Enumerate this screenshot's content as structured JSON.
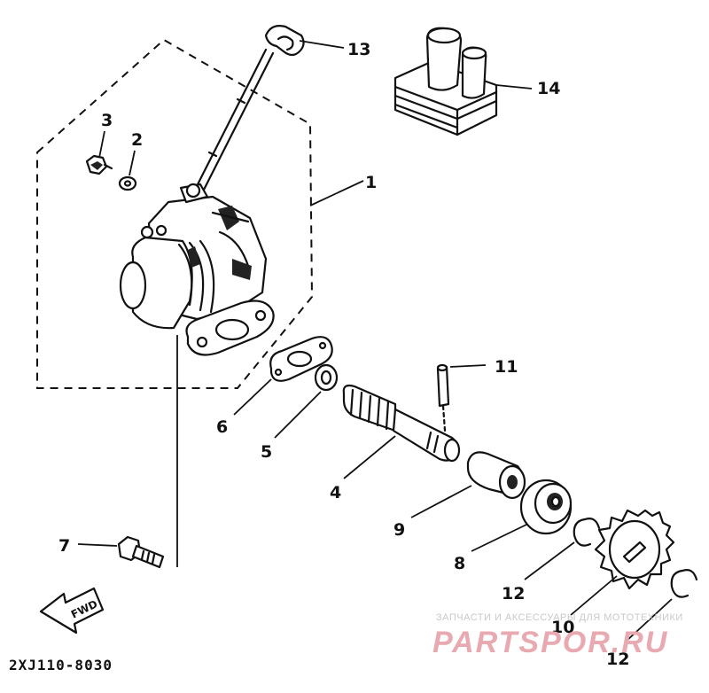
{
  "callouts": {
    "c1": "1",
    "c2": "2",
    "c3": "3",
    "c4": "4",
    "c5": "5",
    "c6": "6",
    "c7": "7",
    "c8": "8",
    "c9": "9",
    "c10": "10",
    "c11": "11",
    "c12a": "12",
    "c12b": "12",
    "c13": "13",
    "c14": "14"
  },
  "direction_label": "FWD",
  "diagram_code": "2XJ110-8030",
  "watermark": {
    "caption": "ЗАПЧАСТИ И АКСЕССУАРЫ ДЛЯ МОТОТЕХНИКИ",
    "brand": "PARTSPOR.RU"
  }
}
